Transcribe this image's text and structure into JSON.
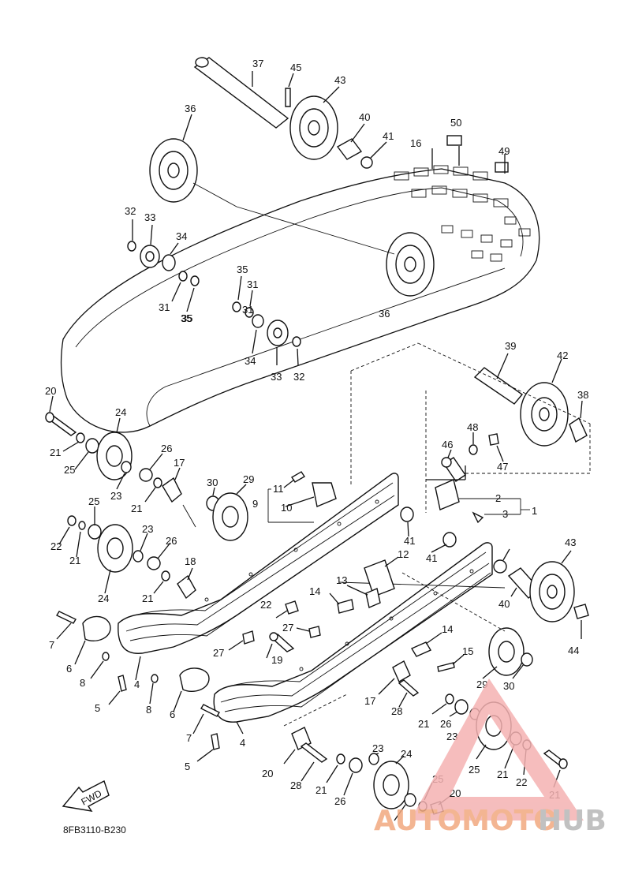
{
  "diagram_code": "8FB3110-B230",
  "fwd_label": "FWD",
  "watermark": {
    "part1": "AUTOMOTO",
    "part2": "HUB",
    "color_accent": "#e04b4b",
    "color_grey": "#b7b7b7"
  },
  "callouts": [
    "37",
    "45",
    "43",
    "36",
    "40",
    "41",
    "50",
    "16",
    "49",
    "32",
    "33",
    "34",
    "31",
    "35",
    "35",
    "31",
    "36",
    "31",
    "35",
    "34",
    "33",
    "32",
    "39",
    "42",
    "38",
    "20",
    "24",
    "21",
    "25",
    "26",
    "23",
    "17",
    "21",
    "46",
    "48",
    "47",
    "30",
    "29",
    "11",
    "10",
    "9",
    "2",
    "3",
    "1",
    "25",
    "22",
    "21",
    "23",
    "26",
    "24",
    "41",
    "41",
    "43",
    "18",
    "12",
    "21",
    "13",
    "14",
    "22",
    "7",
    "27",
    "6",
    "8",
    "5",
    "4",
    "27",
    "19",
    "14",
    "15",
    "40",
    "44",
    "29",
    "30",
    "17",
    "28",
    "21",
    "26",
    "23",
    "8",
    "6",
    "7",
    "5",
    "4",
    "20",
    "28",
    "21",
    "26",
    "23",
    "24",
    "25",
    "21",
    "22",
    "21",
    "25",
    "20"
  ]
}
